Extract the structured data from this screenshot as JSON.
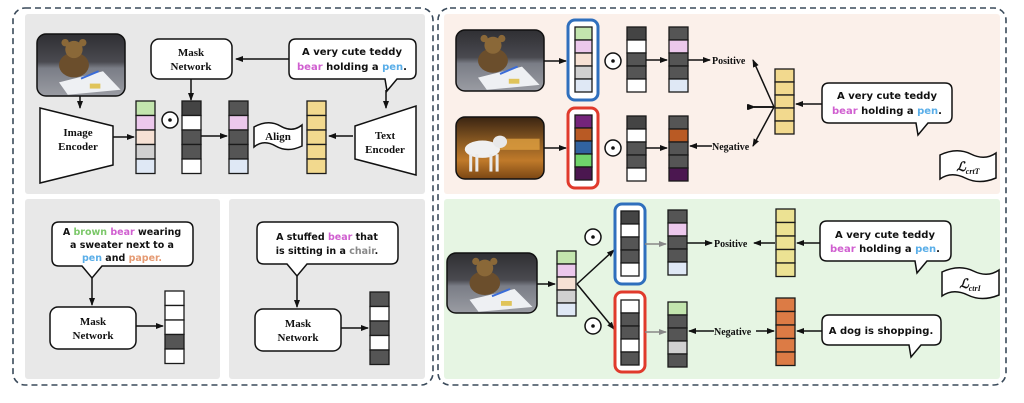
{
  "colors": {
    "panel_gray": "#e8e8e8",
    "panel_peach": "#fbf0ea",
    "panel_green": "#e6f5e3",
    "dark_cell": "#555555",
    "darker_cell": "#444444",
    "white_cell": "#ffffff",
    "cell_green": "#c3e5ae",
    "cell_pink": "#ecc8ec",
    "cell_peach": "#f6e1d4",
    "cell_gray": "#d0d0d0",
    "cell_blue": "#dfe8f5",
    "text_cell": "#f2d98e",
    "text_cell_yellow2": "#ece293",
    "neg_text_cell": "#dc7b45",
    "neg_purple": "#74247a",
    "neg_orange": "#b95a24",
    "neg_blue": "#3163a0",
    "neg_green": "#6fd46b",
    "neg_darkpurple": "#4b1750",
    "highlight_blue": "#2f6fbd",
    "highlight_red": "#e03a2c",
    "word_pink": "#d05fd0",
    "word_blue": "#5aaee8",
    "word_green": "#7cc86a",
    "word_orange": "#e59a72",
    "word_gray": "#888888"
  },
  "top_left": {
    "mask_network": [
      "Mask",
      "Network"
    ],
    "image_encoder": [
      "Image",
      "Encoder"
    ],
    "text_encoder": [
      "Text",
      "Encoder"
    ],
    "align": "Align",
    "caption": {
      "line1": "A very cute teddy",
      "line2_parts": [
        {
          "text": "bear",
          "color": "pink"
        },
        {
          "text": " holding a ",
          "color": "black"
        },
        {
          "text": "pen",
          "color": "blue"
        },
        {
          "text": ".",
          "color": "black"
        }
      ]
    },
    "image_label": "teddy-bear-photo"
  },
  "bottom_left_a": {
    "caption_lines": [
      [
        {
          "text": "A ",
          "color": "black"
        },
        {
          "text": "brown",
          "color": "green"
        },
        {
          "text": " ",
          "color": "black"
        },
        {
          "text": "bear",
          "color": "pink"
        },
        {
          "text": " wearing",
          "color": "black"
        }
      ],
      [
        {
          "text": "a sweater next to a",
          "color": "black"
        }
      ],
      [
        {
          "text": "pen",
          "color": "blue"
        },
        {
          "text": " and ",
          "color": "black"
        },
        {
          "text": "paper.",
          "color": "orange"
        }
      ]
    ],
    "mask_network": [
      "Mask",
      "Network"
    ],
    "mask": [
      "white",
      "white",
      "white",
      "dark",
      "white"
    ]
  },
  "bottom_left_b": {
    "caption_lines": [
      [
        {
          "text": "A stuffed ",
          "color": "black"
        },
        {
          "text": "bear",
          "color": "pink"
        },
        {
          "text": " that",
          "color": "black"
        }
      ],
      [
        {
          "text": "is sitting in a ",
          "color": "black"
        },
        {
          "text": "chair",
          "color": "gray"
        },
        {
          "text": ".",
          "color": "black"
        }
      ]
    ],
    "mask_network": [
      "Mask",
      "Network"
    ],
    "mask": [
      "dark",
      "white",
      "dark",
      "white",
      "dark"
    ]
  },
  "top_right": {
    "positive": "Positive",
    "negative": "Negative",
    "loss": "ℒ",
    "loss_sub": "crtT",
    "caption": {
      "line1": "A very cute teddy",
      "line2_parts": [
        {
          "text": "bear",
          "color": "pink"
        },
        {
          "text": " holding a ",
          "color": "black"
        },
        {
          "text": "pen",
          "color": "blue"
        },
        {
          "text": ".",
          "color": "black"
        }
      ]
    }
  },
  "bottom_right": {
    "positive": "Positive",
    "negative": "Negative",
    "loss": "ℒ",
    "loss_sub": "ctrI",
    "caption_pos": {
      "line1": "A very cute teddy",
      "line2_parts": [
        {
          "text": "bear",
          "color": "pink"
        },
        {
          "text": " holding a ",
          "color": "black"
        },
        {
          "text": "pen",
          "color": "blue"
        },
        {
          "text": ".",
          "color": "black"
        }
      ]
    },
    "caption_neg": "A dog is shopping."
  },
  "hadamard_symbol": "⊙"
}
